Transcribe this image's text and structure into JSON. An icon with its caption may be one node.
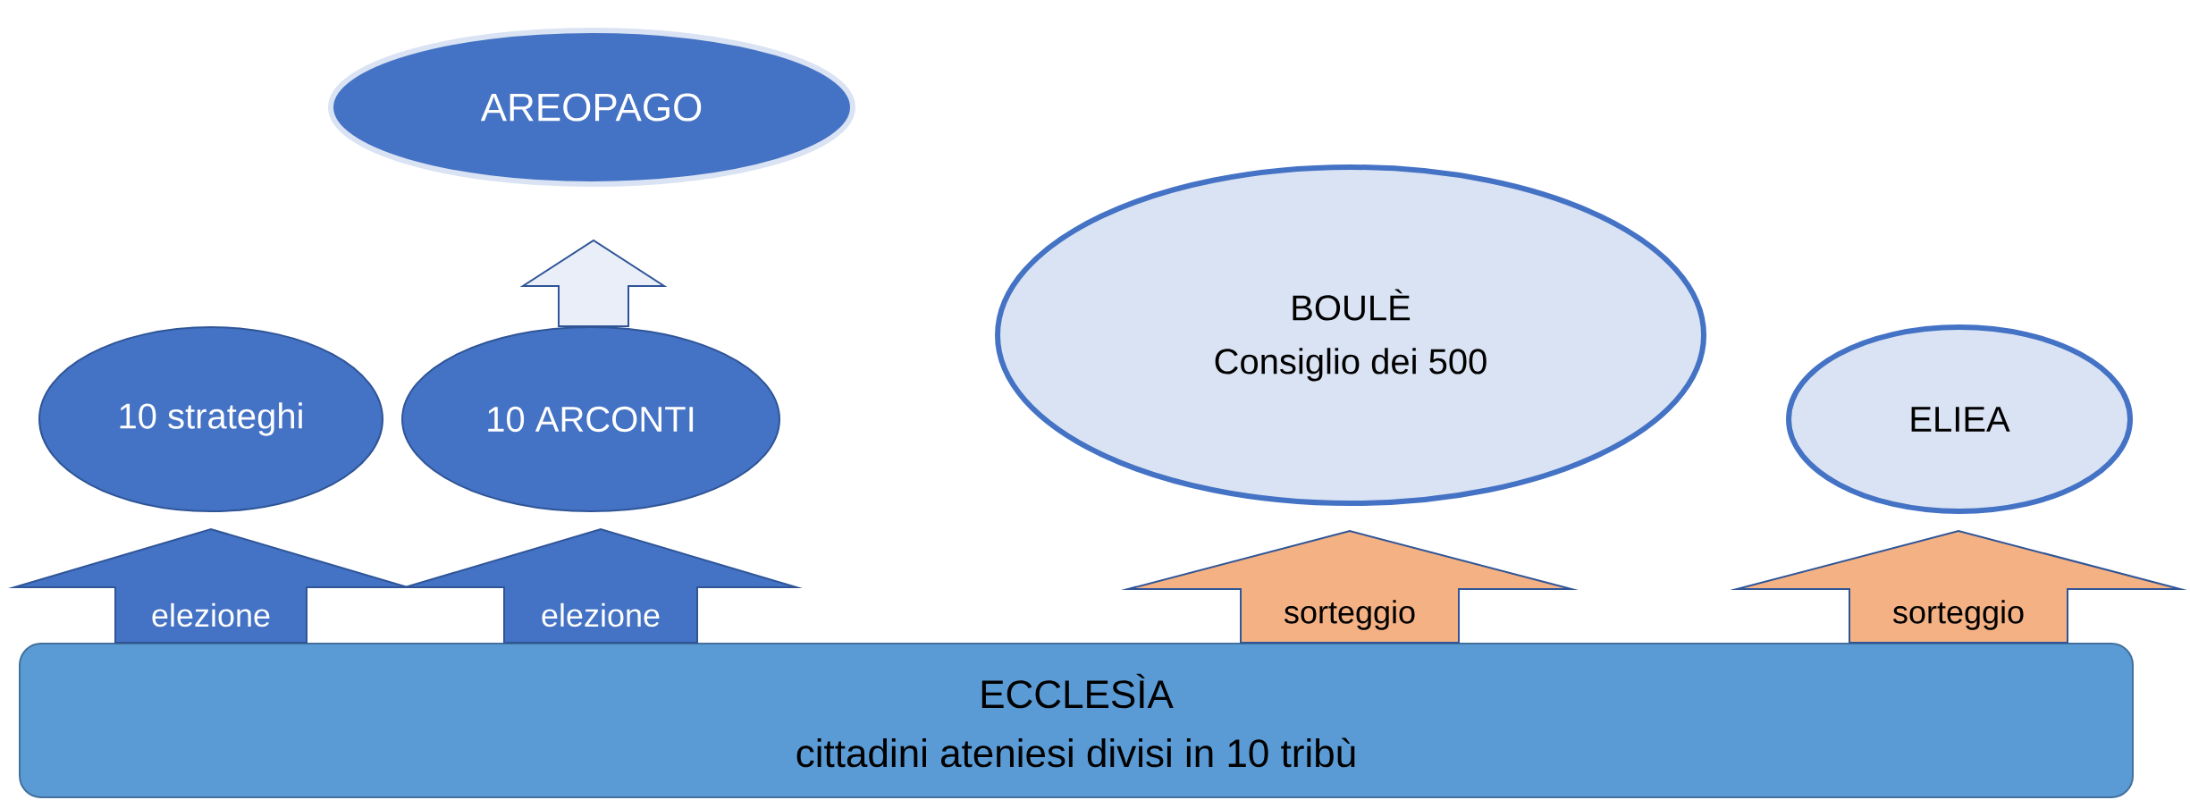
{
  "diagram": {
    "nodes": [
      {
        "text": [
          "AREOPAGO"
        ]
      },
      {
        "text": [
          "10 strateghi"
        ]
      },
      {
        "text": [
          "10 ARCONTI"
        ]
      },
      {
        "text": [
          "BOULÈ",
          "Consiglio dei 500"
        ]
      },
      {
        "text": [
          "ELIEA"
        ]
      },
      {
        "text": [
          "ECCLESÌA",
          "cittadini ateniesi divisi in 10 tribù"
        ]
      }
    ],
    "edges": [
      {
        "from": 5,
        "to": 1,
        "arrow": "to",
        "label": "elezione",
        "color": "#4472c4"
      },
      {
        "from": 5,
        "to": 2,
        "arrow": "to",
        "label": "elezione",
        "color": "#4472c4"
      },
      {
        "from": 5,
        "to": 3,
        "arrow": "to",
        "label": "sorteggio",
        "color": "#f4b183"
      },
      {
        "from": 5,
        "to": 4,
        "arrow": "to",
        "label": "sorteggio",
        "color": "#f4b183"
      },
      {
        "from": 2,
        "to": 0,
        "arrow": "to",
        "color": "#e9eef8"
      }
    ]
  }
}
